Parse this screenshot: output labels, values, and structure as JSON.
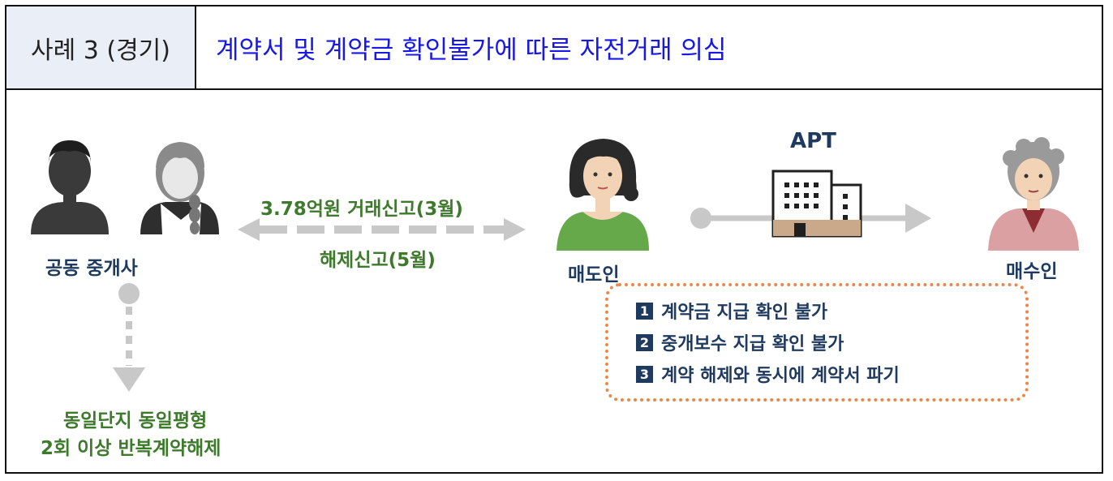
{
  "header": {
    "case_label": "사례 3 (경기)",
    "title": "계약서 및 계약금 확인불가에 따른 자전거래 의심"
  },
  "parties": {
    "agents_label": "공동 중개사",
    "seller_label": "매도인",
    "buyer_label": "매수인",
    "apt_label": "APT"
  },
  "transaction": {
    "report_label": "3.78억원 거래신고(3월)",
    "cancel_label": "해제신고(5월)"
  },
  "repeat_note": {
    "line1": "동일단지 동일평형",
    "line2": "2회 이상 반복계약해제"
  },
  "issues": [
    {
      "num": "1",
      "text": "계약금 지급 확인 불가"
    },
    {
      "num": "2",
      "text": "중개보수 지급 확인 불가"
    },
    {
      "num": "3",
      "text": "계약 해제와 동시에 계약서 파기"
    }
  ],
  "colors": {
    "title_blue": "#1818e6",
    "label_navy": "#1f3a5f",
    "label_green": "#3d7a2c",
    "box_orange": "#e8894a",
    "arrow_gray": "#c8c8c8"
  }
}
